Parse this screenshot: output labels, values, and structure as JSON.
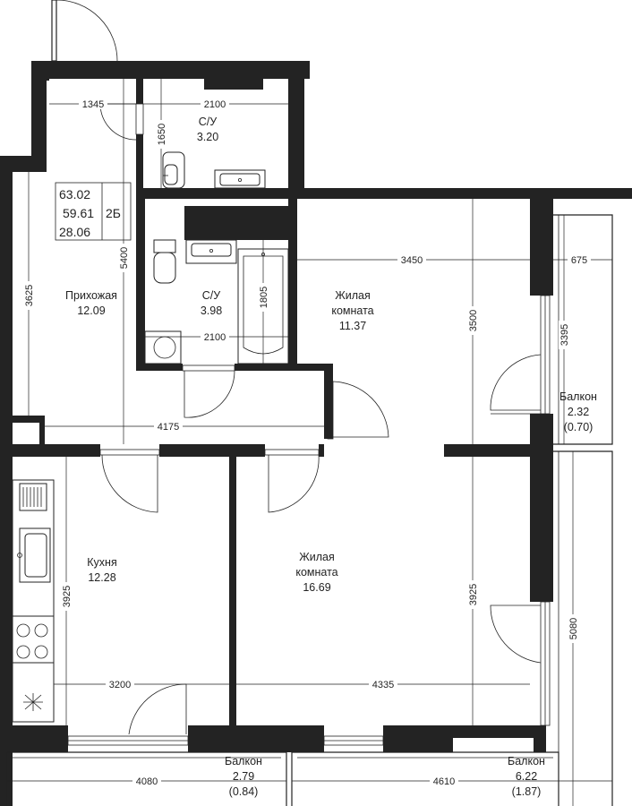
{
  "summary": {
    "total_area": "63.02",
    "living_area_total": "59.61",
    "living_rooms_area": "28.06",
    "layout_code": "2Б"
  },
  "rooms": {
    "bath_top": {
      "name": "С/У",
      "area": "3.20"
    },
    "bath_mid": {
      "name": "С/У",
      "area": "3.98"
    },
    "hall": {
      "name": "Прихожая",
      "area": "12.09"
    },
    "bedroom": {
      "name_line1": "Жилая",
      "name_line2": "комната",
      "area": "11.37"
    },
    "kitchen": {
      "name": "Кухня",
      "area": "12.28"
    },
    "living": {
      "name_line1": "Жилая",
      "name_line2": "комната",
      "area": "16.69"
    },
    "balcony_right": {
      "name": "Балкон",
      "area": "2.32",
      "area_coef": "(0.70)"
    },
    "balcony_kitchen": {
      "name": "Балкон",
      "area": "2.79",
      "area_coef": "(0.84)"
    },
    "balcony_living": {
      "name": "Балкон",
      "area": "6.22",
      "area_coef": "(1.87)"
    }
  },
  "dimensions": {
    "d1345": "1345",
    "d2100_top": "2100",
    "d1650": "1650",
    "d5400": "5400",
    "d3625": "3625",
    "d2100_mid": "2100",
    "d1805": "1805",
    "d3450": "3450",
    "d3500": "3500",
    "d675": "675",
    "d3395": "3395",
    "d4175": "4175",
    "d3925_left": "3925",
    "d3925_right": "3925",
    "d3200": "3200",
    "d4335": "4335",
    "d5080": "5080",
    "d4080": "4080",
    "d4610": "4610"
  }
}
